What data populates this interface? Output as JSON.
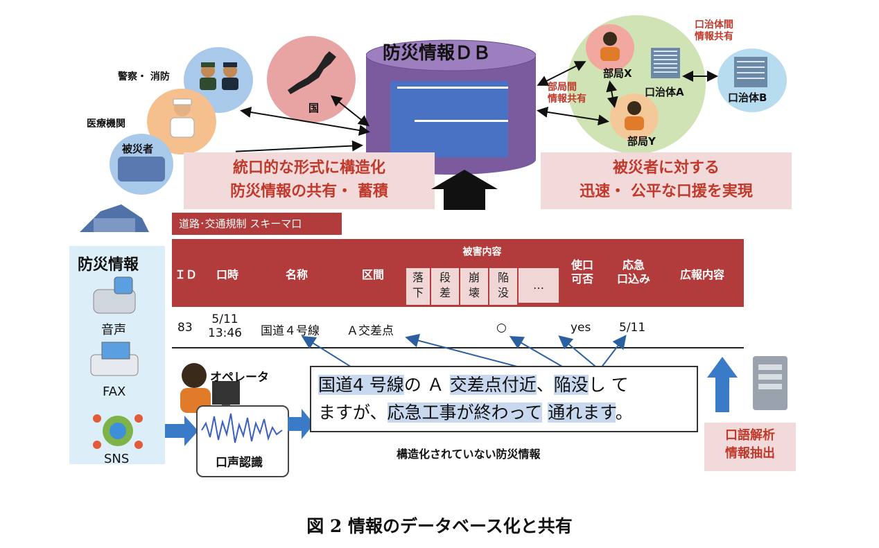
{
  "db": {
    "title": "防災情報ＤＢ"
  },
  "left_nodes": {
    "police_fire": "警察・ 消防",
    "medical": "医療機関",
    "victim": "被災者",
    "country": "国"
  },
  "right_nodes": {
    "dept_x": "部局X",
    "dept_y": "部局Y",
    "muni_a": "口治体A",
    "muni_b": "口治体B",
    "dept_share": [
      "部局間",
      "情報共有"
    ],
    "muni_share": [
      "口治体間",
      "情報共有"
    ]
  },
  "callouts": {
    "structure": [
      "統口的な形式に構造化",
      "防災情報の共有・ 蓄積"
    ],
    "support": [
      "被災者に対する",
      "迅速・ 公平な口援を実現"
    ]
  },
  "schema": {
    "title": "道路･交通規制 スキーマ口",
    "columns": [
      "ＩＤ",
      "口時",
      "名称",
      "区間",
      "被害内容",
      "使口\n可否",
      "応急\n口込み",
      "広報内容"
    ],
    "damage_sub": [
      "落\n下",
      "段\n差",
      "崩\n壊",
      "陥\n没",
      "…"
    ],
    "row": {
      "id": "83",
      "time": "5/11\n13:46",
      "name": "国道４号線",
      "section": "Ａ交差点",
      "damage_mark": "○",
      "usable": "yes",
      "eta": "5/11"
    }
  },
  "sources": {
    "title": "防災情報",
    "items": [
      "音声",
      "FAX",
      "SNS"
    ]
  },
  "operator": {
    "label": "オペレータ",
    "recognition": "口声認識"
  },
  "text_box": {
    "line1": [
      "国道4 号線",
      "の Ａ ",
      "交差点付近",
      "、",
      "陥没",
      "し て"
    ],
    "line2": [
      "ますが、",
      "応急工事が終わって",
      "通れます",
      "。"
    ],
    "caption": "構造化されていない防災情報"
  },
  "extract": {
    "label": [
      "口語解析",
      "情報抽出"
    ]
  },
  "figure_caption": "図 2 情報のデータベース化と共有",
  "colors": {
    "db": "#7b5a9e",
    "table_red": "#b23b3b",
    "arrow_blue": "#3a7bc8",
    "pink": "#f3dada"
  }
}
